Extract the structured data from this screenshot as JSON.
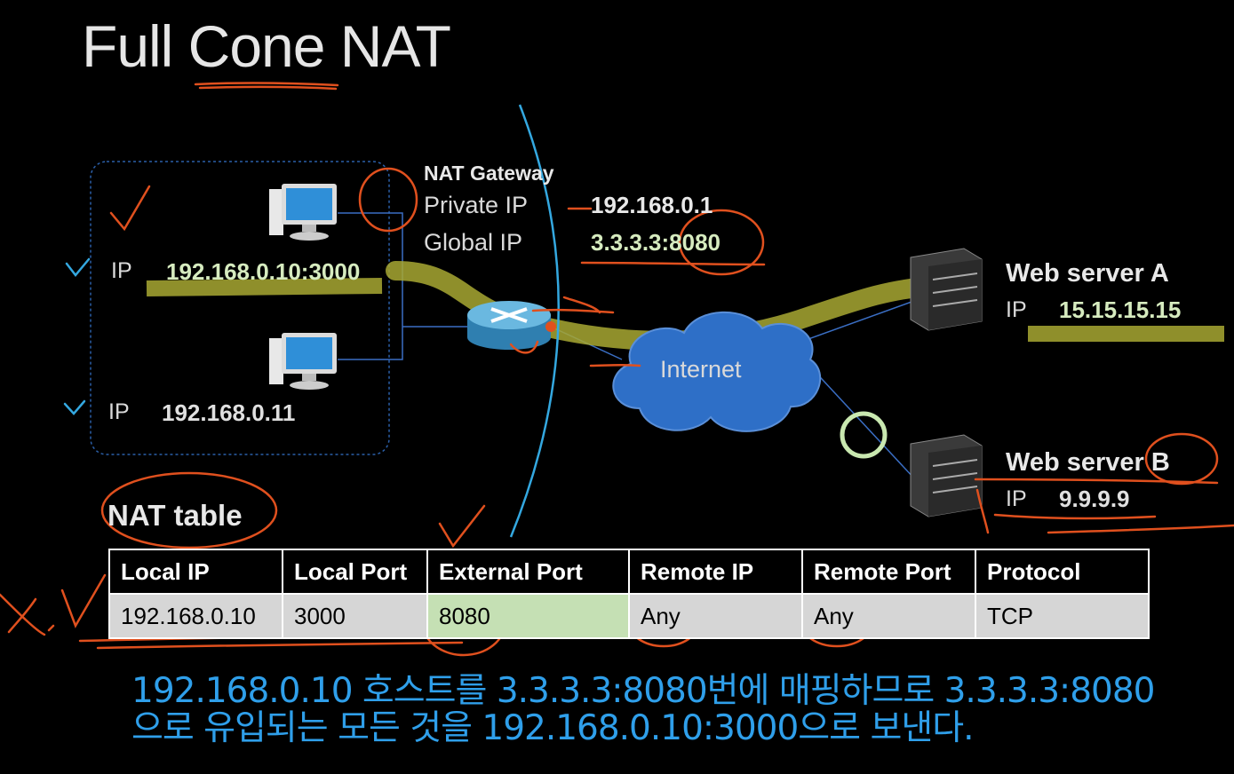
{
  "title": "Full Cone NAT",
  "gateway": {
    "heading": "NAT Gateway",
    "private_label": "Private IP",
    "private_value": "192.168.0.1",
    "global_label": "Global IP",
    "global_value": "3.3.3.3:8080"
  },
  "hosts": [
    {
      "ip_label": "IP",
      "ip_value": "192.168.0.10:3000"
    },
    {
      "ip_label": "IP",
      "ip_value": "192.168.0.11"
    }
  ],
  "cloud_label": "Internet",
  "servers": [
    {
      "name": "Web server A",
      "ip_label": "IP",
      "ip_value": "15.15.15.15"
    },
    {
      "name": "Web server B",
      "ip_label": "IP",
      "ip_value": "9.9.9.9"
    }
  ],
  "nat_table": {
    "heading": "NAT table",
    "columns": [
      "Local IP",
      "Local Port",
      "External Port",
      "Remote IP",
      "Remote Port",
      "Protocol"
    ],
    "rows": [
      [
        "192.168.0.10",
        "3000",
        "8080",
        "Any",
        "Any",
        "TCP"
      ]
    ]
  },
  "caption": {
    "line1": "192.168.0.10 호스트를 3.3.3.3:8080번에 매핑하므로 3.3.3.3:8080",
    "line2": "으로 유입되는 모든 것을 192.168.0.10:3000으로 보낸다."
  },
  "colors": {
    "background": "#000000",
    "highlight_path": "#a8a832",
    "annotation_orange": "#e0501e",
    "annotation_blue": "#34a8e0",
    "caption_blue": "#2f9fea",
    "cloud_blue": "#2e6fc7"
  }
}
